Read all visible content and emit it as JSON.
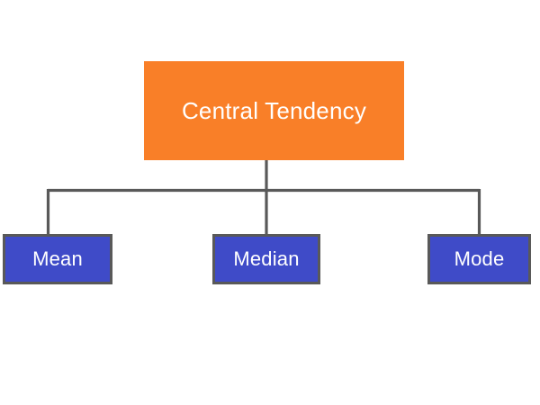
{
  "diagram": {
    "type": "hierarchy-tree",
    "background_color": "#ffffff",
    "connector_color": "#595959",
    "root": {
      "id": "central-tendency",
      "label": "Central Tendency",
      "fill_color": "#f97f28",
      "text_color": "#ffffff",
      "border_color": "none"
    },
    "children": [
      {
        "id": "mean",
        "label": "Mean",
        "fill_color": "#3f4bc8",
        "text_color": "#ffffff",
        "border_color": "#595959"
      },
      {
        "id": "median",
        "label": "Median",
        "fill_color": "#3f4bc8",
        "text_color": "#ffffff",
        "border_color": "#595959"
      },
      {
        "id": "mode",
        "label": "Mode",
        "fill_color": "#3f4bc8",
        "text_color": "#ffffff",
        "border_color": "#595959"
      }
    ]
  }
}
